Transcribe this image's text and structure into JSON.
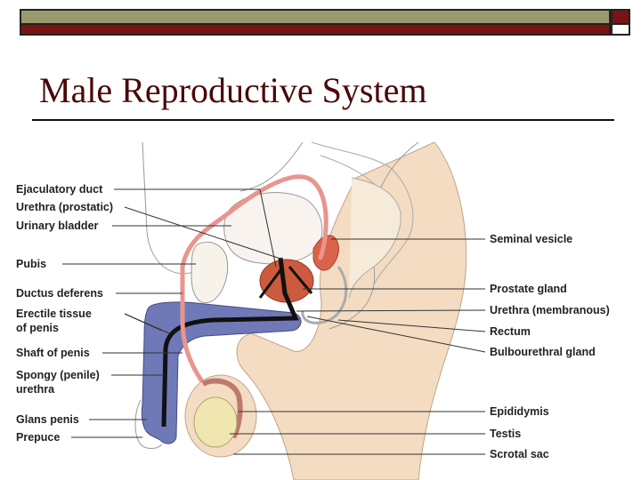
{
  "slide": {
    "title": "Male Reproductive System"
  },
  "labels_left": [
    {
      "id": "ejaculatory-duct",
      "text": "Ejaculatory duct"
    },
    {
      "id": "urethra-prostatic",
      "text": "Urethra (prostatic)"
    },
    {
      "id": "urinary-bladder",
      "text": "Urinary bladder"
    },
    {
      "id": "pubis",
      "text": "Pubis"
    },
    {
      "id": "ductus-deferens",
      "text": "Ductus deferens"
    },
    {
      "id": "erectile-tissue-1",
      "text": "Erectile tissue"
    },
    {
      "id": "erectile-tissue-2",
      "text": "of penis"
    },
    {
      "id": "shaft-of-penis",
      "text": "Shaft of penis"
    },
    {
      "id": "spongy-urethra-1",
      "text": "Spongy (penile)"
    },
    {
      "id": "spongy-urethra-2",
      "text": "urethra"
    },
    {
      "id": "glans-penis",
      "text": "Glans penis"
    },
    {
      "id": "prepuce",
      "text": "Prepuce"
    }
  ],
  "labels_right": [
    {
      "id": "seminal-vesicle",
      "text": "Seminal vesicle"
    },
    {
      "id": "prostate-gland",
      "text": "Prostate gland"
    },
    {
      "id": "urethra-membranous",
      "text": "Urethra (membranous)"
    },
    {
      "id": "rectum",
      "text": "Rectum"
    },
    {
      "id": "bulbourethral-gland",
      "text": "Bulbourethral gland"
    },
    {
      "id": "epididymis",
      "text": "Epididymis"
    },
    {
      "id": "testis",
      "text": "Testis"
    },
    {
      "id": "scrotal-sac",
      "text": "Scrotal sac"
    }
  ],
  "colors": {
    "skin": "#f3dcc2",
    "erectile_tissue": "#6f79b8",
    "prostate": "#cc5a3c",
    "ductus": "#e8958e",
    "testis": "#efe6b0",
    "header_olive": "#9a9a6e",
    "header_red": "#7a1414"
  }
}
